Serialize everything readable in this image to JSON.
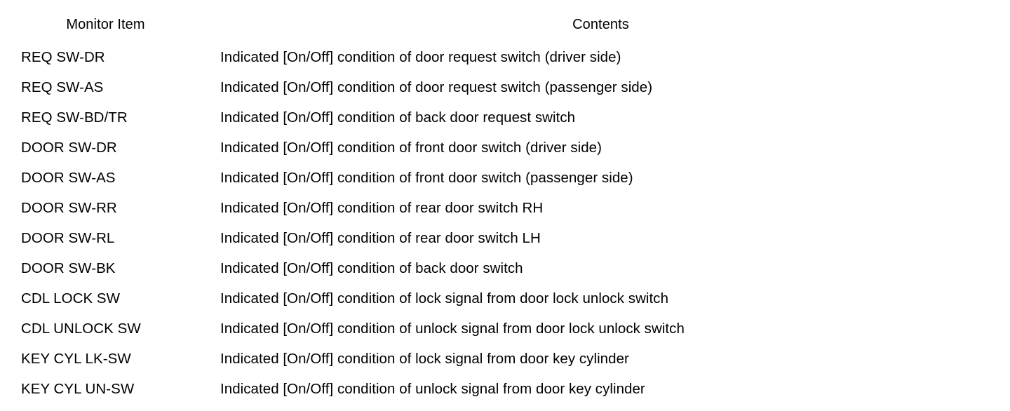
{
  "table": {
    "columns": [
      {
        "key": "monitor_item",
        "header": "Monitor Item"
      },
      {
        "key": "contents",
        "header": "Contents"
      }
    ],
    "rows": [
      {
        "monitor_item": "REQ SW-DR",
        "contents": "Indicated [On/Off] condition of door request switch (driver side)"
      },
      {
        "monitor_item": "REQ SW-AS",
        "contents": "Indicated [On/Off] condition of door request switch (passenger side)"
      },
      {
        "monitor_item": "REQ SW-BD/TR",
        "contents": "Indicated [On/Off] condition of back door request switch"
      },
      {
        "monitor_item": "DOOR SW-DR",
        "contents": "Indicated [On/Off] condition of front door switch (driver side)"
      },
      {
        "monitor_item": "DOOR SW-AS",
        "contents": "Indicated [On/Off] condition of front door switch (passenger side)"
      },
      {
        "monitor_item": "DOOR SW-RR",
        "contents": "Indicated [On/Off] condition of rear door switch RH"
      },
      {
        "monitor_item": "DOOR SW-RL",
        "contents": "Indicated [On/Off] condition of rear door switch LH"
      },
      {
        "monitor_item": "DOOR SW-BK",
        "contents": "Indicated [On/Off] condition of back door switch"
      },
      {
        "monitor_item": "CDL LOCK SW",
        "contents": "Indicated [On/Off] condition of lock signal from door lock unlock switch"
      },
      {
        "monitor_item": "CDL UNLOCK SW",
        "contents": "Indicated [On/Off] condition of unlock signal from door lock unlock switch"
      },
      {
        "monitor_item": "KEY CYL LK-SW",
        "contents": "Indicated [On/Off] condition of lock signal from door key cylinder"
      },
      {
        "monitor_item": "KEY CYL UN-SW",
        "contents": "Indicated [On/Off] condition of unlock signal from door key cylinder"
      }
    ]
  },
  "style": {
    "rule_color": "#000000",
    "text_color": "#000000",
    "background": "#ffffff"
  }
}
